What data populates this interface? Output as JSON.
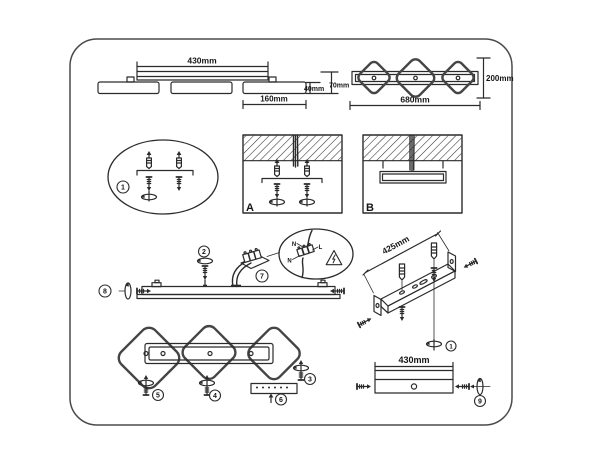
{
  "sheet": {
    "ink_color": "#2b2b2b",
    "paper_color": "#ffffff"
  },
  "side_view": {
    "width": "430mm",
    "panel_height": "40mm",
    "total_height": "70mm",
    "panel_width": "160mm"
  },
  "top_view": {
    "height": "200mm",
    "width": "680mm"
  },
  "mounting": {
    "panel_a": "A",
    "panel_b": "B"
  },
  "steps": {
    "s1": "1",
    "s2": "2",
    "s3": "3",
    "s4": "4",
    "s5": "5",
    "s6": "6",
    "s7": "7",
    "s8": "8",
    "s9": "9",
    "s1_detail": "1"
  },
  "wiring": {
    "neutral_top": "N",
    "line_label": "L",
    "neutral_left": "N"
  },
  "bracket": {
    "iso_length": "425mm",
    "plate_length": "430mm"
  }
}
